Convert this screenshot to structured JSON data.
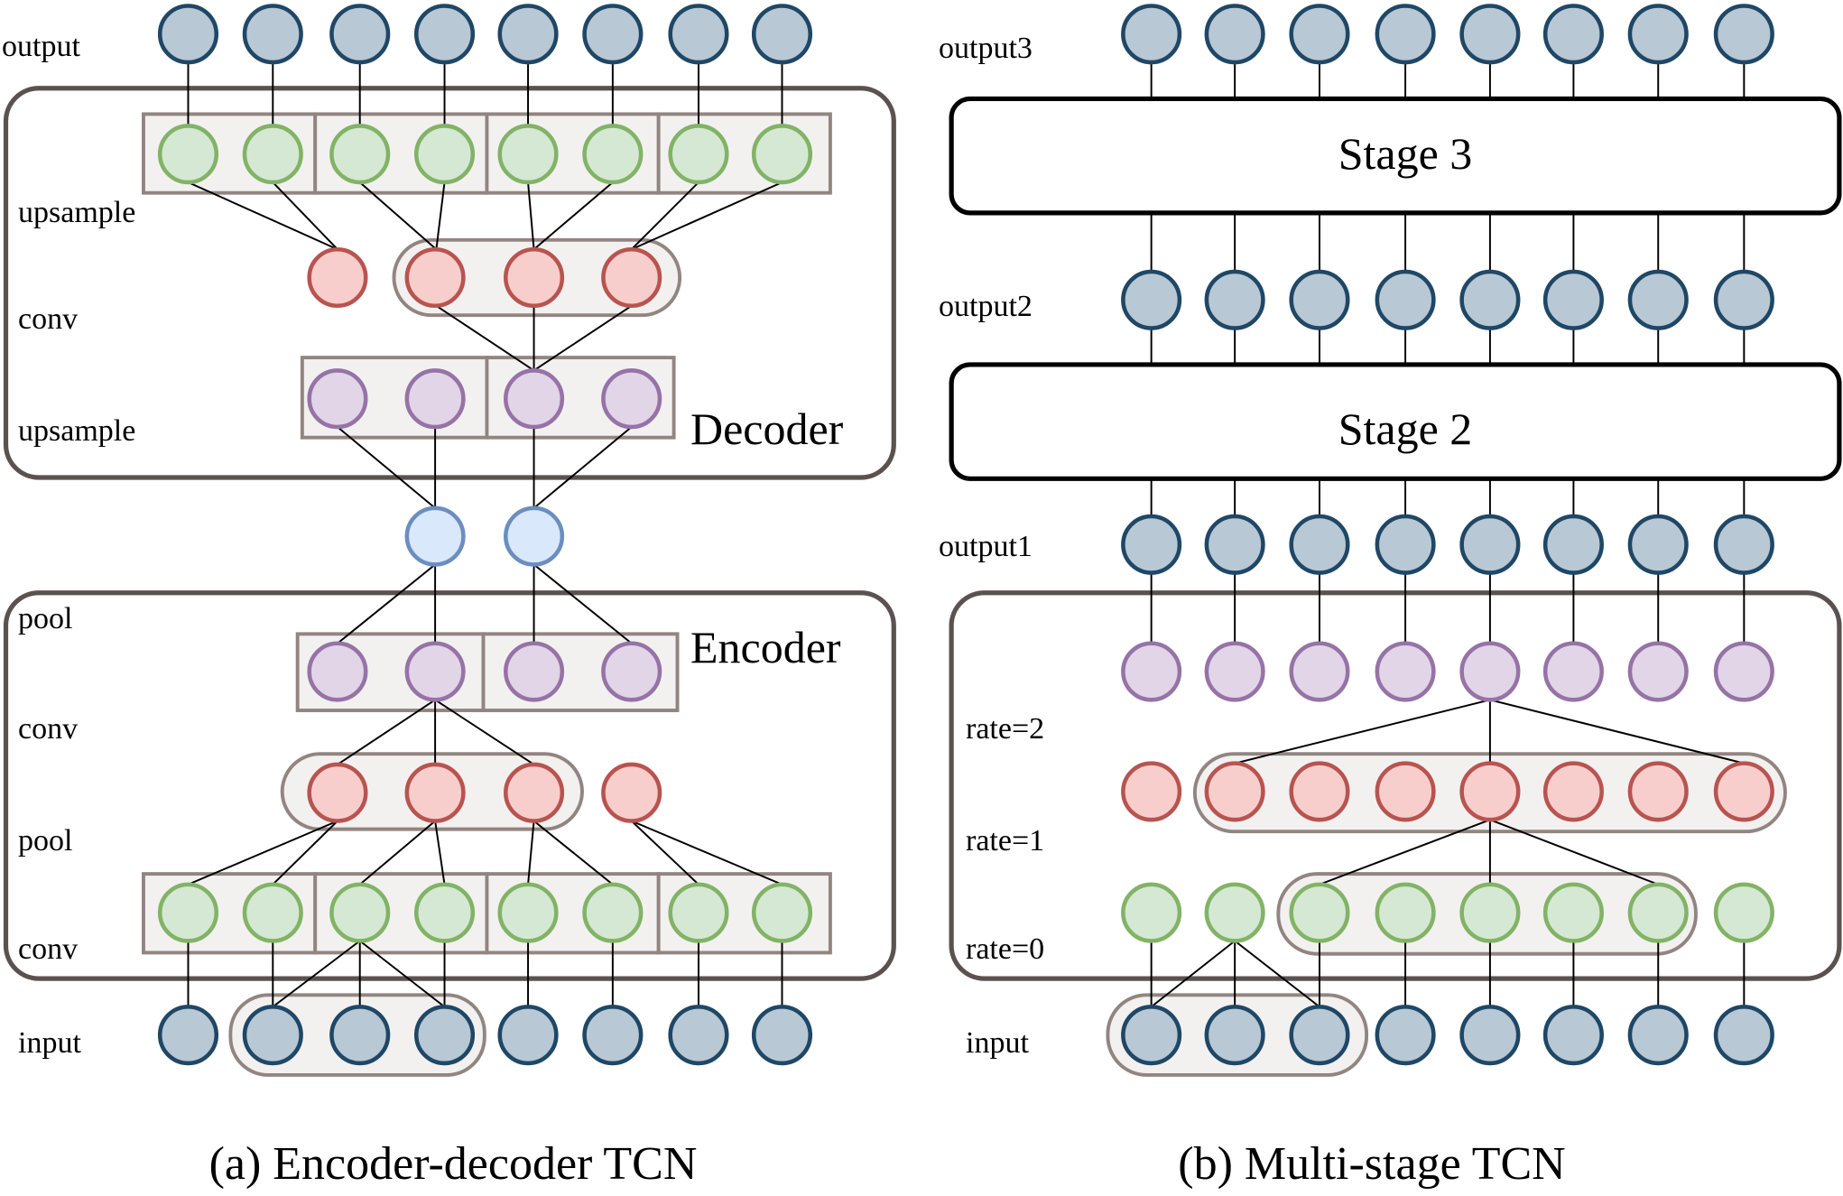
{
  "colors": {
    "io_fill": "#b8c8d4",
    "io_stroke": "#1f4766",
    "green_fill": "#d5e8d4",
    "green_stroke": "#82b366",
    "red_fill": "#f8cecc",
    "red_stroke": "#b85450",
    "purple_fill": "#e1d5e7",
    "purple_stroke": "#9673a6",
    "blue_fill": "#dae8fc",
    "blue_stroke": "#6c8ebf",
    "group_fill": "#f2f1f0",
    "group_stroke": "#928581",
    "block_stroke": "#5b5250",
    "stage_stroke": "#000000",
    "edge": "#000000"
  },
  "panel_a": {
    "caption": "(a) Encoder-decoder TCN",
    "decoder_title": "Decoder",
    "encoder_title": "Encoder",
    "row_labels": {
      "output": "output",
      "dec_upsample_1": "upsample",
      "dec_conv": "conv",
      "dec_upsample_2": "upsample",
      "enc_pool_1": "pool",
      "enc_conv_1": "conv",
      "enc_pool_2": "pool",
      "enc_conv_2": "conv",
      "input": "input"
    },
    "node_counts": {
      "output": 8,
      "dec_upsample_1": 8,
      "dec_conv": 4,
      "dec_upsample_2": 4,
      "bottleneck": 2,
      "enc_pool_1": 4,
      "enc_conv_1": 4,
      "enc_conv_2": 8,
      "input": 8
    }
  },
  "panel_b": {
    "caption": "(b) Multi-stage TCN",
    "stage3_title": "Stage 3",
    "stage2_title": "Stage 2",
    "row_labels": {
      "output3": "output3",
      "output2": "output2",
      "output1": "output1",
      "rate2": "rate=2",
      "rate1": "rate=1",
      "rate0": "rate=0",
      "input": "input"
    },
    "nodes_per_row": 8
  }
}
